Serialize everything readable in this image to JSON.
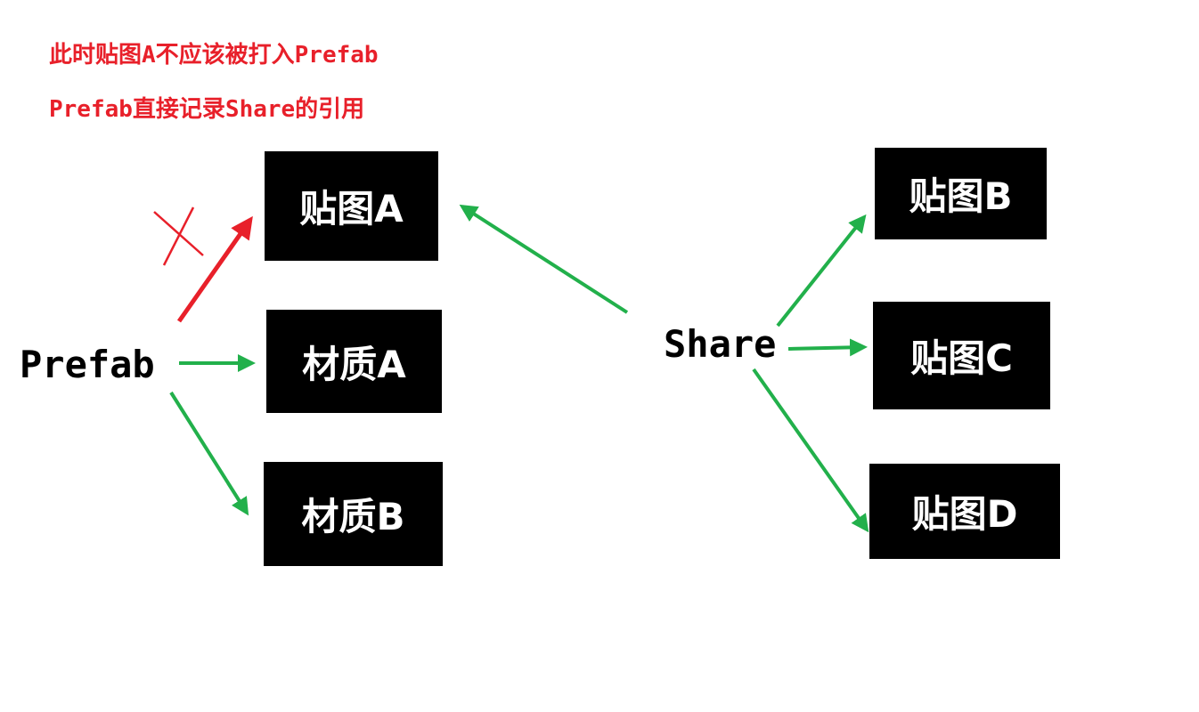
{
  "colors": {
    "note": "#e8202a",
    "reference_ok": "#22b04b",
    "reference_blocked": "#e8202a",
    "box_fill": "#000000",
    "box_text": "#ffffff"
  },
  "notes": [
    "此时贴图A不应该被打入Prefab",
    "Prefab直接记录Share的引用"
  ],
  "nodes": {
    "prefab": "Prefab",
    "share": "Share"
  },
  "assets": {
    "texture_a": "贴图A",
    "material_a": "材质A",
    "material_b": "材质B",
    "texture_b": "贴图B",
    "texture_c": "贴图C",
    "texture_d": "贴图D"
  },
  "references": [
    {
      "from": "Prefab",
      "to": "贴图A",
      "status": "blocked"
    },
    {
      "from": "Prefab",
      "to": "材质A",
      "status": "ok"
    },
    {
      "from": "Prefab",
      "to": "材质B",
      "status": "ok"
    },
    {
      "from": "Share",
      "to": "贴图A",
      "status": "ok"
    },
    {
      "from": "Share",
      "to": "贴图B",
      "status": "ok"
    },
    {
      "from": "Share",
      "to": "贴图C",
      "status": "ok"
    },
    {
      "from": "Share",
      "to": "贴图D",
      "status": "ok"
    }
  ]
}
